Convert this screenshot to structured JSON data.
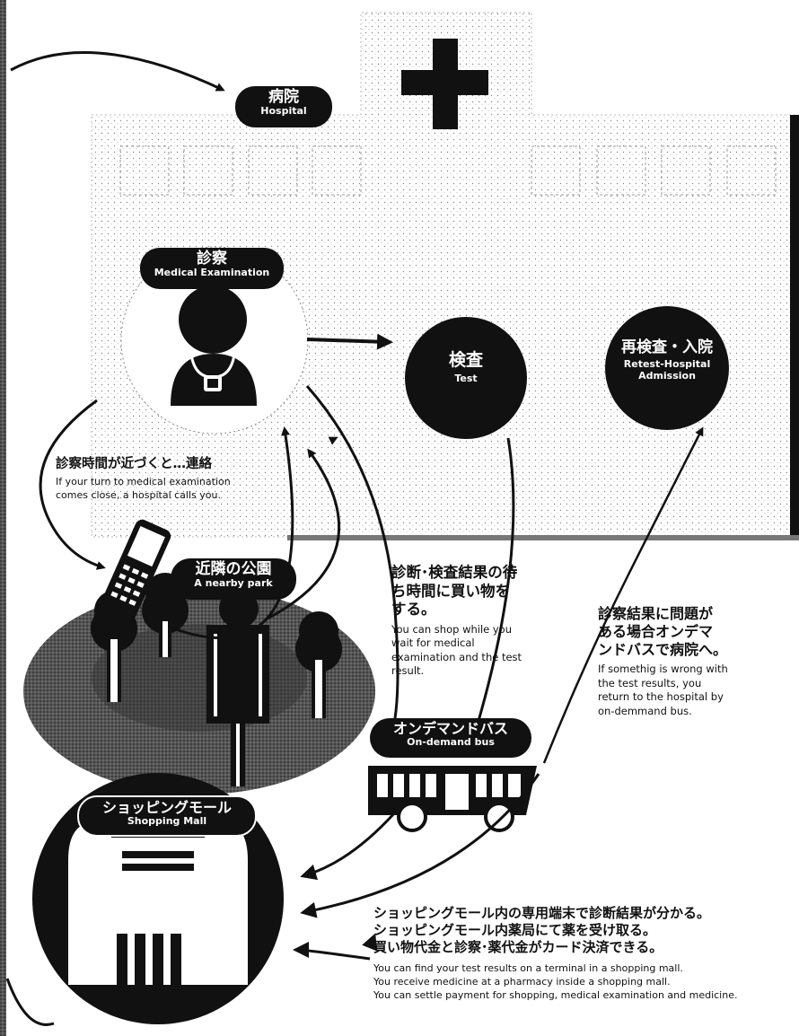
{
  "hospital": {
    "jp": "病院",
    "en": "Hospital"
  },
  "medical_exam": {
    "jp": "診察",
    "en": "Medical Examination"
  },
  "test": {
    "jp": "検査",
    "en": "Test"
  },
  "retest": {
    "jp": "再検査・入院",
    "en_lines": [
      "Retest-Hospital",
      "Admission"
    ]
  },
  "call_note": {
    "jp": "診察時間が近づくと…連絡",
    "en_lines": [
      "If your turn to medical examination",
      "comes close, a hospital calls you."
    ]
  },
  "park": {
    "jp": "近隣の公園",
    "en": "A nearby park"
  },
  "shop_wait_note": {
    "jp_lines": [
      "診断･検査結果の待",
      "ち時間に買い物を",
      "する。"
    ],
    "en_lines": [
      "You can shop while you",
      "wait for medical",
      "examination and the test",
      "result."
    ]
  },
  "problem_note": {
    "jp_lines": [
      "診察結果に問題が",
      "ある場合オンデマ",
      "ンドバスで病院へ。"
    ],
    "en_lines": [
      "If somethig is wrong with",
      "the test results, you",
      "return to the hospital by",
      "on-demmand bus."
    ]
  },
  "bus": {
    "jp": "オンデマンドバス",
    "en": "On-demand bus"
  },
  "mall": {
    "jp": "ショッピングモール",
    "en": "Shopping Mall"
  },
  "mall_note": {
    "jp_lines": [
      "ショッピングモール内の専用端末で診断結果が分かる。",
      "ショッピングモール内薬局にて薬を受け取る。",
      "買い物代金と診察･薬代金がカード決済できる。"
    ],
    "en_lines": [
      "You can find your test results on a terminal in a shopping mall.",
      "You receive medicine at a pharmacy inside a shopping mall.",
      "You can settle payment for shopping, medical examination and medicine."
    ]
  }
}
